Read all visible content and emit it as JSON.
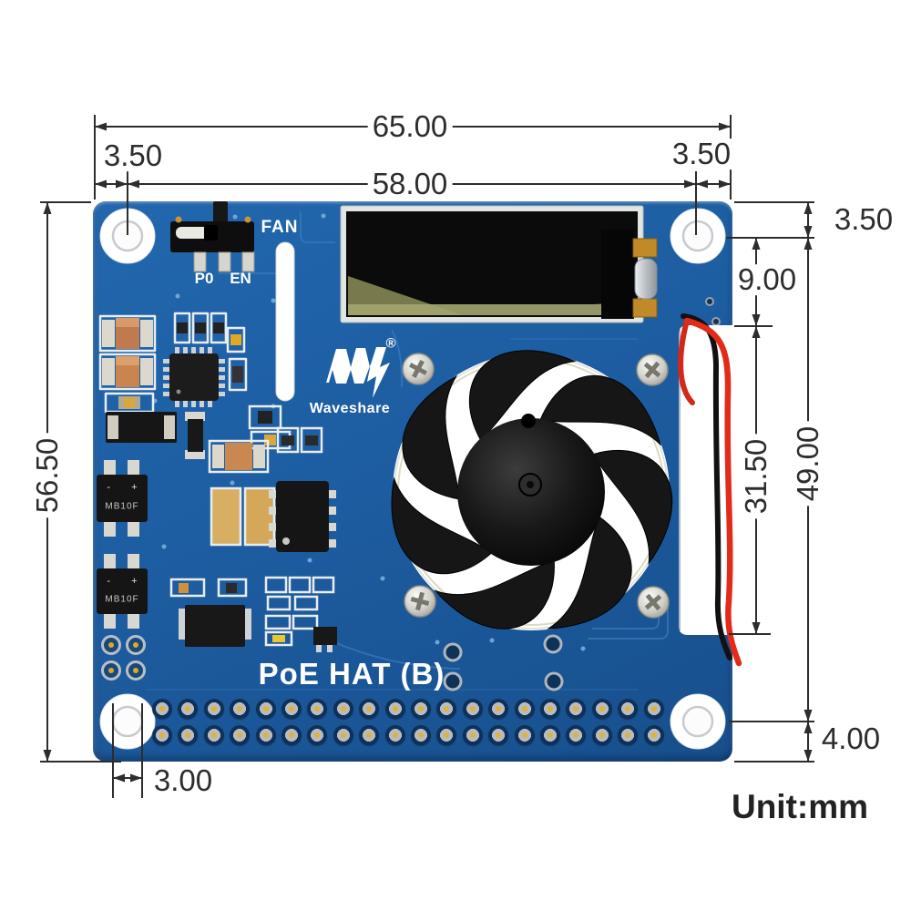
{
  "unit_note": "Unit:mm",
  "dimensions": {
    "overall_width": "65.00",
    "hole_span_horizontal": "58.00",
    "hole_inset_left": "3.50",
    "hole_inset_right": "3.50",
    "overall_height": "56.50",
    "hole_inset_top": "3.50",
    "display_to_cutout": "9.00",
    "cutout_height": "31.50",
    "hole_span_vertical": "49.00",
    "hole_inset_bottom": "4.00",
    "hole_diameter": "3.00"
  },
  "board": {
    "silkscreen_title": "PoE HAT (B)",
    "brand": "Waveshare",
    "registered_mark": "®",
    "fan_switch": {
      "label": "FAN",
      "left": "P0",
      "right": "EN"
    },
    "ic_labels": {
      "bridge_rectifier_top": "MB10F",
      "bridge_rectifier_bottom": "MB10F",
      "polarity": "- +"
    },
    "gpio_header": {
      "rows": 2,
      "pins_per_row": 20
    }
  }
}
